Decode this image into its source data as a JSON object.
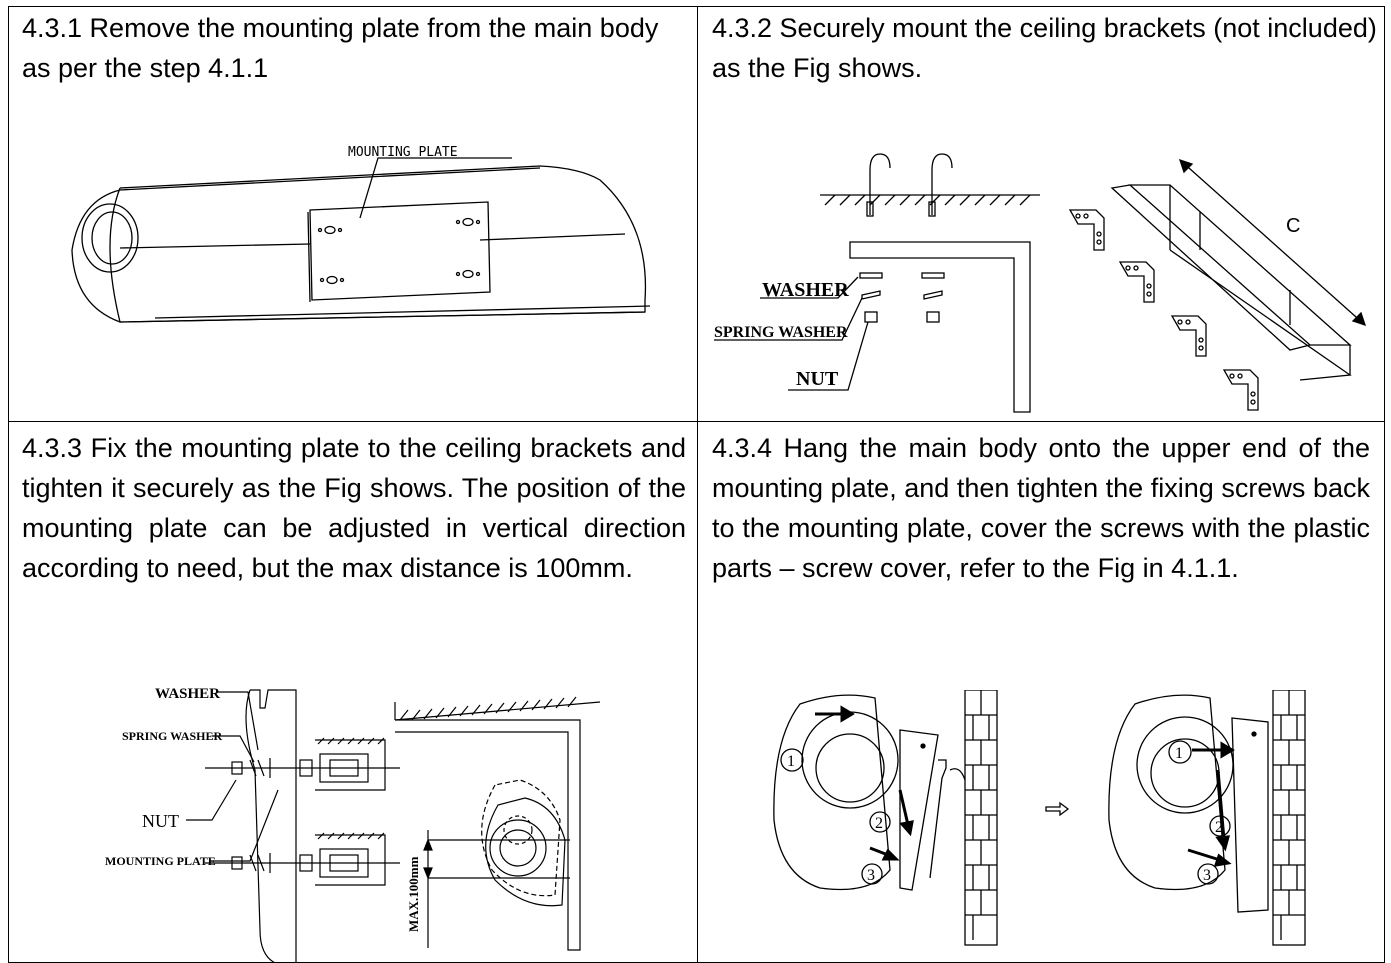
{
  "steps": [
    {
      "text": "4.3.1 Remove the mounting plate from the main body as per the step 4.1.1",
      "figure_labels": {
        "mounting_plate": "MOUNTING PLATE"
      }
    },
    {
      "text": "4.3.2 Securely mount the ceiling brackets (not included) as the Fig shows.",
      "figure_labels": {
        "washer": "WASHER",
        "spring_washer": "SPRING WASHER",
        "nut": "NUT",
        "c": "C"
      }
    },
    {
      "text": "4.3.3 Fix the mounting plate to the ceiling brackets and tighten it securely as the Fig shows. The position of the mounting plate can be adjusted in vertical direction according to need, but the max distance is 100mm.",
      "figure_labels": {
        "washer": "WASHER",
        "spring_washer": "SPRING WASHER",
        "nut": "NUT",
        "mounting_plate": "MOUNTING PLATE",
        "max": "MAX.100mm"
      }
    },
    {
      "text": "4.3.4 Hang the main body onto the upper end of the mounting plate, and then tighten the fixing screws back to the mounting plate, cover the screws with the plastic parts – screw cover, refer to the Fig in 4.1.1.",
      "figure_labels": {
        "one": "1",
        "two": "2",
        "three": "3"
      }
    }
  ]
}
